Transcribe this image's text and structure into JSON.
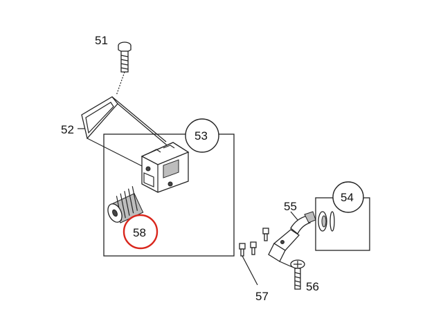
{
  "diagram": {
    "type": "exploded-parts-diagram",
    "callouts": [
      {
        "id": "51",
        "label": "51"
      },
      {
        "id": "52",
        "label": "52"
      },
      {
        "id": "53",
        "label": "53"
      },
      {
        "id": "54",
        "label": "54"
      },
      {
        "id": "55",
        "label": "55"
      },
      {
        "id": "56",
        "label": "56"
      },
      {
        "id": "57",
        "label": "57"
      },
      {
        "id": "58",
        "label": "58"
      }
    ],
    "highlighted_callout": "58",
    "highlight_color": "#d9261c",
    "line_color": "#222222"
  }
}
